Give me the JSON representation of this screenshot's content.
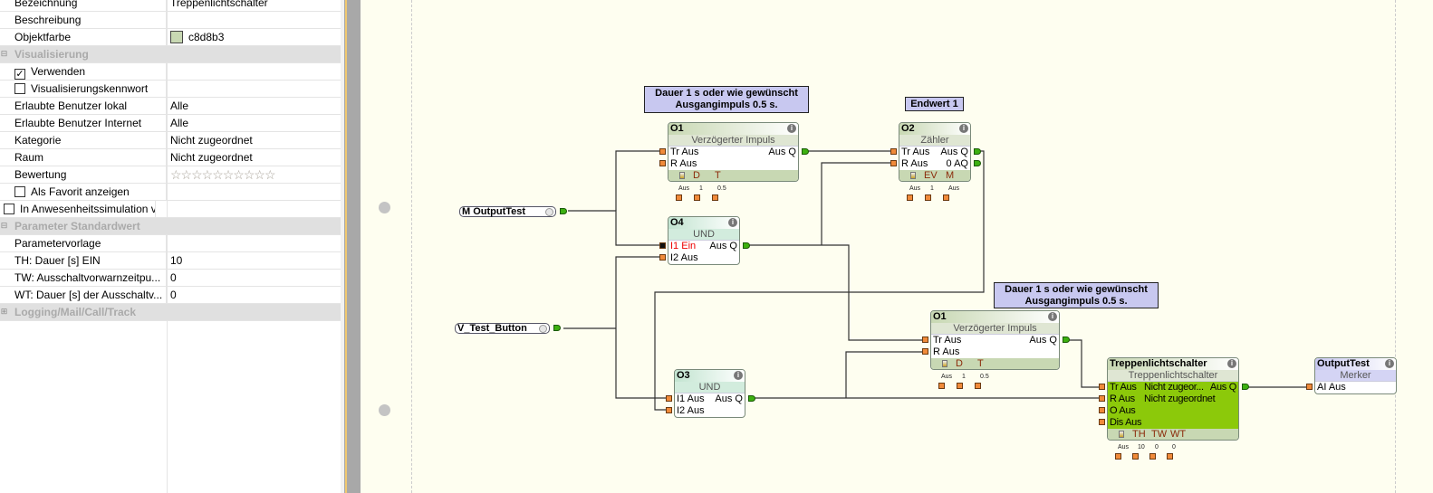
{
  "properties": {
    "rows": [
      {
        "label": "Bezeichnung",
        "value": "Treppenlichtschalter"
      },
      {
        "label": "Beschreibung",
        "value": ""
      },
      {
        "label": "Objektfarbe",
        "value": "c8d8b3",
        "swatch": "#c8d8b3"
      },
      {
        "category": "Visualisierung",
        "expanded": true
      },
      {
        "label": "Verwenden",
        "checkbox": true,
        "checked": true
      },
      {
        "label": "Visualisierungskennwort",
        "checkbox": true,
        "checked": false
      },
      {
        "label": "Erlaubte Benutzer lokal",
        "value": "Alle"
      },
      {
        "label": "Erlaubte Benutzer Internet",
        "value": "Alle"
      },
      {
        "label": "Kategorie",
        "value": "Nicht zugeordnet"
      },
      {
        "label": "Raum",
        "value": "Nicht zugeordnet"
      },
      {
        "label": "Bewertung",
        "rating": 0,
        "max": 10
      },
      {
        "label": "Als Favorit anzeigen",
        "checkbox": true,
        "checked": false
      },
      {
        "label": "In Anwesenheitssimulation v...",
        "checkbox": true,
        "checked": false,
        "outer": true
      },
      {
        "category": "Parameter Standardwert",
        "expanded": true
      },
      {
        "label": "Parametervorlage",
        "value": ""
      },
      {
        "label": "TH: Dauer [s] EIN",
        "value": "10"
      },
      {
        "label": "TW: Ausschaltvorwarnzeitpu...",
        "value": "0"
      },
      {
        "label": "WT: Dauer [s] der Ausschaltv...",
        "value": "0"
      },
      {
        "category": "Logging/Mail/Call/Track",
        "expanded": false
      }
    ]
  },
  "canvas": {
    "background": "#fefef0",
    "inputs": [
      {
        "label": "M OutputTest"
      },
      {
        "label": "V_Test_Button"
      }
    ],
    "notes": [
      {
        "text": "Dauer 1 s oder wie gewünscht\nAusgangimpuls 0.5 s."
      },
      {
        "text": "Endwert 1"
      },
      {
        "text": "Dauer 1 s oder wie gewünscht\nAusgangimpuls 0.5 s."
      }
    ],
    "blocks": [
      {
        "id": "O1",
        "type": "Verzögerter Impuls",
        "style": "std",
        "inputs": [
          {
            "label": "Tr Aus"
          },
          {
            "label": "R Aus"
          }
        ],
        "outputs": [
          "Aus Q",
          ""
        ],
        "footer": [
          "D",
          "T"
        ],
        "params": [
          "Aus",
          "1",
          "0.5"
        ]
      },
      {
        "id": "O2",
        "type": "Zähler",
        "style": "std",
        "inputs": [
          {
            "label": "Tr Aus"
          },
          {
            "label": "R Aus"
          }
        ],
        "outputs": [
          "Aus Q",
          "0 AQ"
        ],
        "footer": [
          "EV",
          "M"
        ],
        "params": [
          "Aus",
          "1",
          "Aus"
        ]
      },
      {
        "id": "O4",
        "type": "UND",
        "style": "und",
        "inputs": [
          {
            "label": "I1 Ein",
            "active": true
          },
          {
            "label": "I2 Aus"
          }
        ],
        "outputs": [
          "Aus Q",
          ""
        ]
      },
      {
        "id": "O3",
        "type": "UND",
        "style": "und",
        "inputs": [
          {
            "label": "I1 Aus"
          },
          {
            "label": "I2 Aus"
          }
        ],
        "outputs": [
          "Aus Q",
          ""
        ]
      },
      {
        "id": "O1",
        "type": "Verzögerter Impuls",
        "style": "std",
        "inputs": [
          {
            "label": "Tr Aus"
          },
          {
            "label": "R Aus"
          }
        ],
        "outputs": [
          "Aus Q",
          ""
        ],
        "footer": [
          "D",
          "T"
        ],
        "params": [
          "Aus",
          "1",
          "0.5"
        ]
      },
      {
        "id": "Treppenlichtschalter",
        "type": "Treppenlichtschalter",
        "style": "tl",
        "inputs": [
          {
            "label": "Tr Aus",
            "middle": "Nicht zugeor..."
          },
          {
            "label": "R Aus",
            "middle": "Nicht zugeordnet"
          },
          {
            "label": "O Aus"
          },
          {
            "label": "Dis Aus"
          }
        ],
        "outputs": [
          "Aus Q",
          "",
          "",
          ""
        ],
        "footer": [
          "TH",
          "TW",
          "WT"
        ],
        "params": [
          "Aus",
          "10",
          "0",
          "0"
        ]
      },
      {
        "id": "OutputTest",
        "type": "Merker",
        "style": "mk",
        "inputs": [
          {
            "label": "AI Aus"
          }
        ],
        "outputs": [
          ""
        ]
      }
    ]
  }
}
